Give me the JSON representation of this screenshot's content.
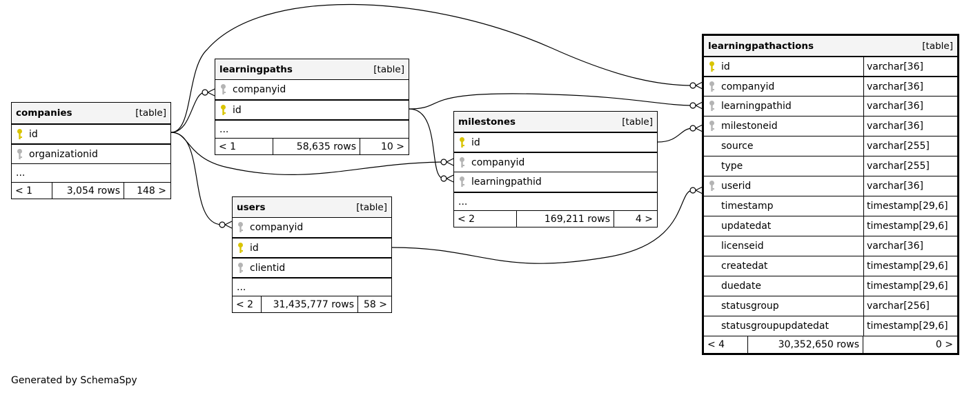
{
  "footer_text": "Generated by SchemaSpy",
  "colors": {
    "primary_key_icon": "#d9c400",
    "foreign_key_icon": "#b4b4b4",
    "header_bg": "#f4f4f4"
  },
  "tables": {
    "companies": {
      "name": "companies",
      "kind": "[table]",
      "columns": [
        {
          "name": "id",
          "key": "primary-key-icon"
        },
        {
          "name": "organizationid",
          "key": "foreign-key-icon"
        }
      ],
      "more": "...",
      "prev": "< 1",
      "rows": "3,054 rows",
      "next": "148 >"
    },
    "learningpaths": {
      "name": "learningpaths",
      "kind": "[table]",
      "columns": [
        {
          "name": "companyid",
          "key": "foreign-key-icon"
        },
        {
          "name": "id",
          "key": "primary-key-icon"
        }
      ],
      "more": "...",
      "prev": "< 1",
      "rows": "58,635 rows",
      "next": "10 >"
    },
    "users": {
      "name": "users",
      "kind": "[table]",
      "columns": [
        {
          "name": "companyid",
          "key": "foreign-key-icon"
        },
        {
          "name": "id",
          "key": "primary-key-icon"
        },
        {
          "name": "clientid",
          "key": "foreign-key-icon"
        }
      ],
      "more": "...",
      "prev": "< 2",
      "rows": "31,435,777 rows",
      "next": "58 >"
    },
    "milestones": {
      "name": "milestones",
      "kind": "[table]",
      "columns": [
        {
          "name": "id",
          "key": "primary-key-icon"
        },
        {
          "name": "companyid",
          "key": "foreign-key-icon"
        },
        {
          "name": "learningpathid",
          "key": "foreign-key-icon"
        }
      ],
      "more": "...",
      "prev": "< 2",
      "rows": "169,211 rows",
      "next": "4 >"
    },
    "learningpathactions": {
      "name": "learningpathactions",
      "kind": "[table]",
      "columns": [
        {
          "name": "id",
          "type": "varchar[36]",
          "key": "primary-key-icon"
        },
        {
          "name": "companyid",
          "type": "varchar[36]",
          "key": "foreign-key-icon"
        },
        {
          "name": "learningpathid",
          "type": "varchar[36]",
          "key": "foreign-key-icon"
        },
        {
          "name": "milestoneid",
          "type": "varchar[36]",
          "key": "foreign-key-icon"
        },
        {
          "name": "source",
          "type": "varchar[255]",
          "key": ""
        },
        {
          "name": "type",
          "type": "varchar[255]",
          "key": ""
        },
        {
          "name": "userid",
          "type": "varchar[36]",
          "key": "foreign-key-icon"
        },
        {
          "name": "timestamp",
          "type": "timestamp[29,6]",
          "key": ""
        },
        {
          "name": "updatedat",
          "type": "timestamp[29,6]",
          "key": ""
        },
        {
          "name": "licenseid",
          "type": "varchar[36]",
          "key": ""
        },
        {
          "name": "createdat",
          "type": "timestamp[29,6]",
          "key": ""
        },
        {
          "name": "duedate",
          "type": "timestamp[29,6]",
          "key": ""
        },
        {
          "name": "statusgroup",
          "type": "varchar[256]",
          "key": ""
        },
        {
          "name": "statusgroupupdatedat",
          "type": "timestamp[29,6]",
          "key": ""
        }
      ],
      "prev": "< 4",
      "rows": "30,352,650 rows",
      "next": "0 >"
    }
  }
}
